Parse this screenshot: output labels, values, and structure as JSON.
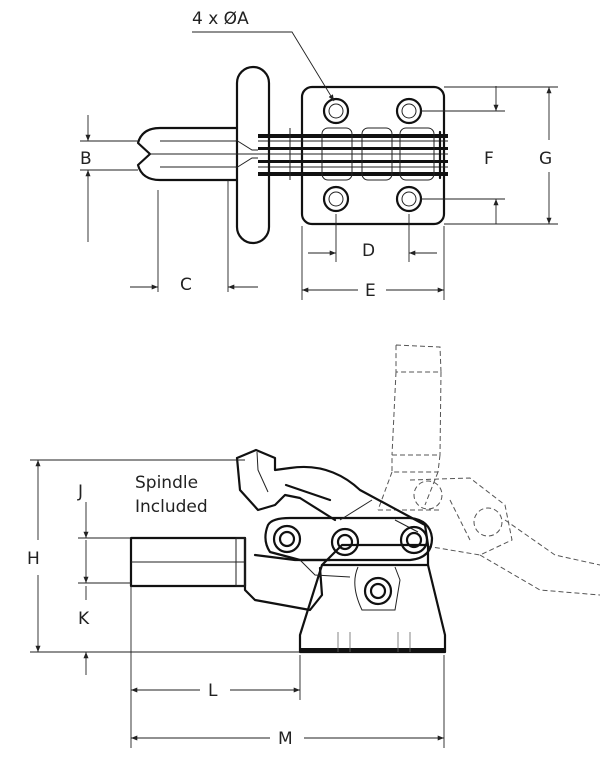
{
  "labels": {
    "holes": "4 x ØA",
    "b": "B",
    "c": "C",
    "d": "D",
    "e": "E",
    "f": "F",
    "g": "G",
    "h": "H",
    "j": "J",
    "k": "K",
    "l": "L",
    "m": "M",
    "note_line1": "Spindle",
    "note_line2": "Included"
  },
  "colors": {
    "line": "#111111",
    "background": "#ffffff"
  }
}
